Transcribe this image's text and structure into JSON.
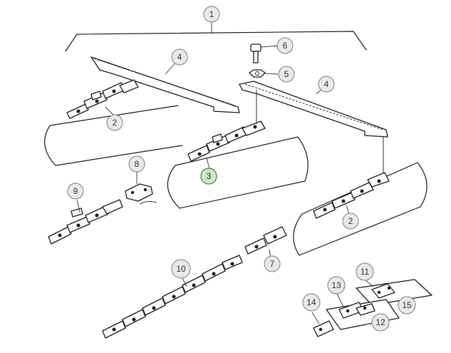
{
  "callouts": [
    {
      "id": "c1",
      "label": "1",
      "highlighted": false
    },
    {
      "id": "c2a",
      "label": "2",
      "highlighted": false
    },
    {
      "id": "c2b",
      "label": "2",
      "highlighted": false
    },
    {
      "id": "c3",
      "label": "3",
      "highlighted": true
    },
    {
      "id": "c4a",
      "label": "4",
      "highlighted": false
    },
    {
      "id": "c4b",
      "label": "4",
      "highlighted": false
    },
    {
      "id": "c5",
      "label": "5",
      "highlighted": false
    },
    {
      "id": "c6",
      "label": "6",
      "highlighted": false
    },
    {
      "id": "c7",
      "label": "7",
      "highlighted": false
    },
    {
      "id": "c8",
      "label": "8",
      "highlighted": false
    },
    {
      "id": "c9",
      "label": "9",
      "highlighted": false
    },
    {
      "id": "c10",
      "label": "10",
      "highlighted": false
    },
    {
      "id": "c11",
      "label": "11",
      "highlighted": false
    },
    {
      "id": "c12",
      "label": "12",
      "highlighted": false
    },
    {
      "id": "c13",
      "label": "13",
      "highlighted": false
    },
    {
      "id": "c14",
      "label": "14",
      "highlighted": false
    },
    {
      "id": "c15",
      "label": "15",
      "highlighted": false
    }
  ],
  "colors": {
    "line": "#1a1a1a",
    "callout_fill": "#e9e9e9",
    "callout_highlight": "#cfe8c6"
  }
}
